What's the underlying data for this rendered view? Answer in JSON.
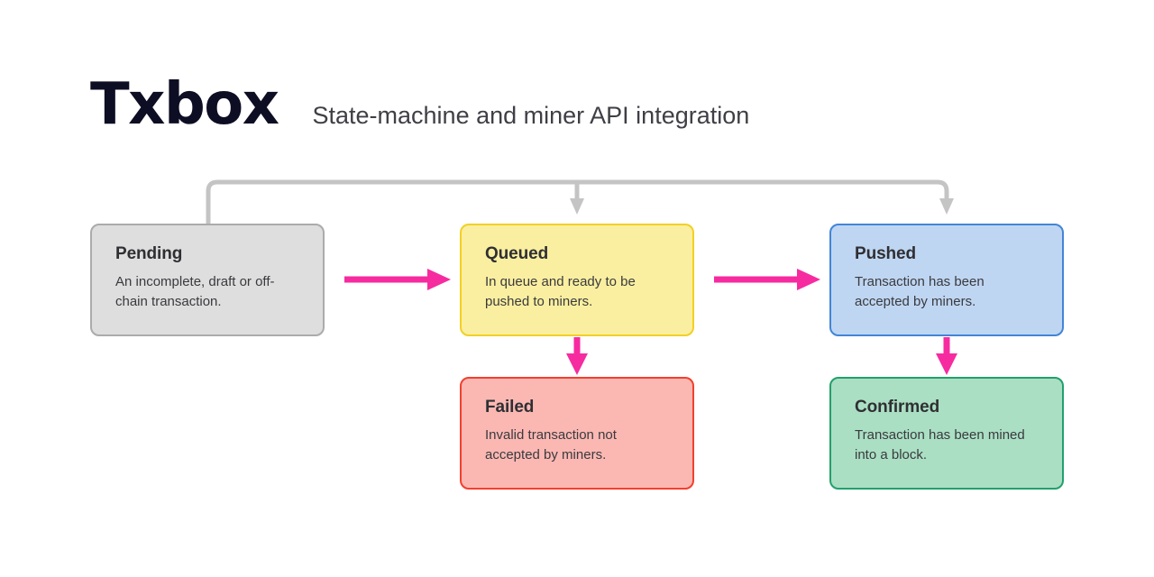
{
  "header": {
    "brand": "Txbox",
    "subtitle": "State-machine and miner API integration"
  },
  "colors": {
    "pink_arrow": "#F72BA0",
    "gray_connector": "#C4C4C4",
    "pending_fill": "#DEDEDE",
    "pending_border": "#ABABAB",
    "queued_fill": "#FAEFA0",
    "queued_border": "#F2D024",
    "pushed_fill": "#BFD6F2",
    "pushed_border": "#4285D8",
    "failed_fill": "#FBB8B3",
    "failed_border": "#F2402E",
    "confirmed_fill": "#AADFC4",
    "confirmed_border": "#22A06B",
    "title_color": "#0D0D24"
  },
  "diagram": {
    "type": "state-machine",
    "states": [
      {
        "id": "pending",
        "title": "Pending",
        "description": "An incomplete, draft or off-chain transaction."
      },
      {
        "id": "queued",
        "title": "Queued",
        "description": "In queue and ready to be pushed to miners."
      },
      {
        "id": "pushed",
        "title": "Pushed",
        "description": "Transaction has been accepted by miners."
      },
      {
        "id": "failed",
        "title": "Failed",
        "description": "Invalid transaction not accepted by miners."
      },
      {
        "id": "confirmed",
        "title": "Confirmed",
        "description": "Transaction has been mined into a block."
      }
    ],
    "transitions": [
      {
        "from": "pending",
        "to": "queued",
        "style": "pink-horizontal"
      },
      {
        "from": "queued",
        "to": "pushed",
        "style": "pink-horizontal"
      },
      {
        "from": "queued",
        "to": "failed",
        "style": "pink-vertical"
      },
      {
        "from": "pushed",
        "to": "confirmed",
        "style": "pink-vertical"
      },
      {
        "from": "pending",
        "to": "queued",
        "style": "gray-bus"
      },
      {
        "from": "pending",
        "to": "pushed",
        "style": "gray-bus"
      }
    ]
  }
}
